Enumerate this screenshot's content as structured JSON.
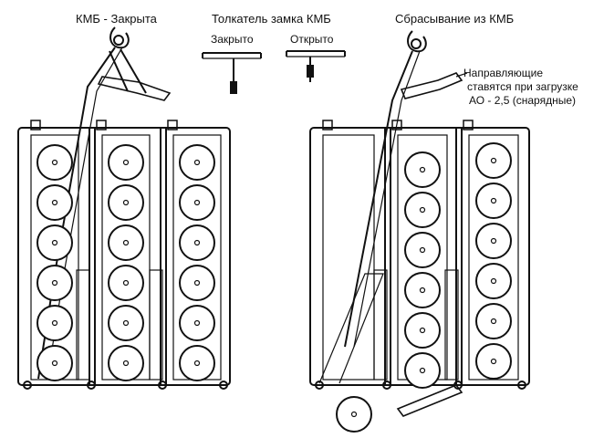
{
  "labels": {
    "kmb_closed": "КМБ - Закрыта",
    "pusher_title": "Толкатель замка КМБ",
    "closed": "Закрыто",
    "open": "Открыто",
    "drop_title": "Сбрасывание из КМБ",
    "guides_line1": "Направляющие",
    "guides_line2": "ставятся при загрузке",
    "guides_line3": "АО - 2,5 (снарядные)"
  },
  "left_unit": {
    "columns": 3,
    "rounds_per_column": 6
  },
  "right_unit": {
    "columns": 3,
    "rounds_per_column_left": 0,
    "rounds_per_column_mid": 6,
    "rounds_per_column_right": 6,
    "dropped_rounds": 1
  }
}
